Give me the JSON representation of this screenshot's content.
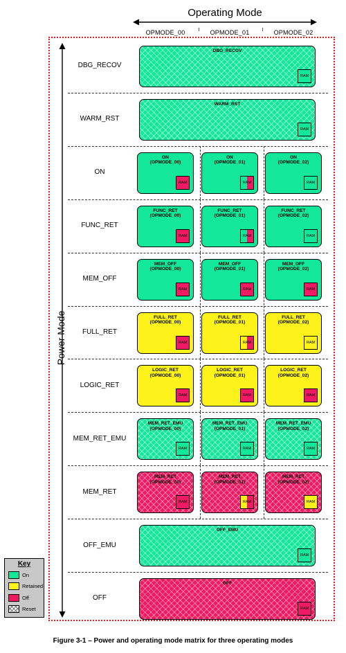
{
  "operating_mode_title": "Operating Mode",
  "power_mode_title": "Power Mode",
  "columns": [
    "OPMODE_00",
    "OPMODE_01",
    "OPMODE_02"
  ],
  "rows": [
    {
      "label": "DBG_RECOV",
      "span": true,
      "text": "DBG_RECOV",
      "fill": "onh",
      "ram": "on"
    },
    {
      "label": "WARM_RST",
      "span": true,
      "text": "WARM_RST",
      "fill": "onh",
      "ram": "on"
    },
    {
      "label": "ON",
      "span": false,
      "cells": [
        {
          "l1": "ON",
          "l2": "(OPMODE_00)",
          "fill": "on",
          "ram": "off"
        },
        {
          "l1": "ON",
          "l2": "(OPMODE_01)",
          "fill": "on",
          "ram": "half-on-off"
        },
        {
          "l1": "ON",
          "l2": "(OPMODE_02)",
          "fill": "on",
          "ram": "on"
        }
      ]
    },
    {
      "label": "FUNC_RET",
      "span": false,
      "cells": [
        {
          "l1": "FUNC_RET",
          "l2": "(OPMODE_00)",
          "fill": "on",
          "ram": "off"
        },
        {
          "l1": "FUNC_RET",
          "l2": "(OPMODE_01)",
          "fill": "on",
          "ram": "half-on-off"
        },
        {
          "l1": "FUNC_RET",
          "l2": "(OPMODE_02)",
          "fill": "on",
          "ram": "on"
        }
      ]
    },
    {
      "label": "MEM_OFF",
      "span": false,
      "cells": [
        {
          "l1": "MEM_OFF",
          "l2": "(OPMODE_00)",
          "fill": "on",
          "ram": "off"
        },
        {
          "l1": "MEM_OFF",
          "l2": "(OPMODE_01)",
          "fill": "on",
          "ram": "off"
        },
        {
          "l1": "MEM_OFF",
          "l2": "(OPMODE_02)",
          "fill": "on",
          "ram": "off"
        }
      ]
    },
    {
      "label": "FULL_RET",
      "span": false,
      "cells": [
        {
          "l1": "FULL_RET",
          "l2": "(OPMODE_00)",
          "fill": "ret",
          "ram": "off"
        },
        {
          "l1": "FULL_RET",
          "l2": "(OPMODE_01)",
          "fill": "ret",
          "ram": "half-ret-off"
        },
        {
          "l1": "FULL_RET",
          "l2": "(OPMODE_02)",
          "fill": "ret",
          "ram": "ret"
        }
      ]
    },
    {
      "label": "LOGIC_RET",
      "span": false,
      "cells": [
        {
          "l1": "LOGIC_RET",
          "l2": "(OPMODE_00)",
          "fill": "ret",
          "ram": "off"
        },
        {
          "l1": "LOGIC_RET",
          "l2": "(OPMODE_01)",
          "fill": "ret",
          "ram": "off"
        },
        {
          "l1": "LOGIC_RET",
          "l2": "(OPMODE_02)",
          "fill": "ret",
          "ram": "off"
        }
      ]
    },
    {
      "label": "MEM_RET_EMU",
      "span": false,
      "cells": [
        {
          "l1": "MEM_RET_EMU",
          "l2": "(OPMODE_00)",
          "fill": "onh",
          "ram": "on"
        },
        {
          "l1": "MEM_RET_EMU",
          "l2": "(OPMODE_01)",
          "fill": "onh",
          "ram": "on"
        },
        {
          "l1": "MEM_RET_EMU",
          "l2": "(OPMODE_02)",
          "fill": "onh",
          "ram": "on"
        }
      ]
    },
    {
      "label": "MEM_RET",
      "span": false,
      "cells": [
        {
          "l1": "MEM_RET",
          "l2": "(OPMODE_00)",
          "fill": "offh",
          "ram": "off"
        },
        {
          "l1": "MEM_RET",
          "l2": "(OPMODE_01)",
          "fill": "offh",
          "ram": "half-ret-off"
        },
        {
          "l1": "MEM_RET",
          "l2": "(OPMODE_02)",
          "fill": "offh",
          "ram": "ret"
        }
      ]
    },
    {
      "label": "OFF_EMU",
      "span": true,
      "text": "OFF_EMU",
      "fill": "onh",
      "ram": "on"
    },
    {
      "label": "OFF",
      "span": true,
      "text": "OFF",
      "fill": "offh",
      "ram": "off"
    }
  ],
  "ram_label": "RAM",
  "key": {
    "title": "Key",
    "items": [
      {
        "label": "On",
        "color": "#12e79a"
      },
      {
        "label": "Retained",
        "color": "#fdf31b"
      },
      {
        "label": "Off",
        "color": "#ef1a63"
      },
      {
        "label": "Reset",
        "color": "hatch"
      }
    ]
  },
  "caption": "Figure 3-1 – Power and operating mode matrix for three operating modes",
  "colors": {
    "on": "#12e79a",
    "retained": "#fdf31b",
    "off": "#ef1a63",
    "frame": "#e02020"
  }
}
